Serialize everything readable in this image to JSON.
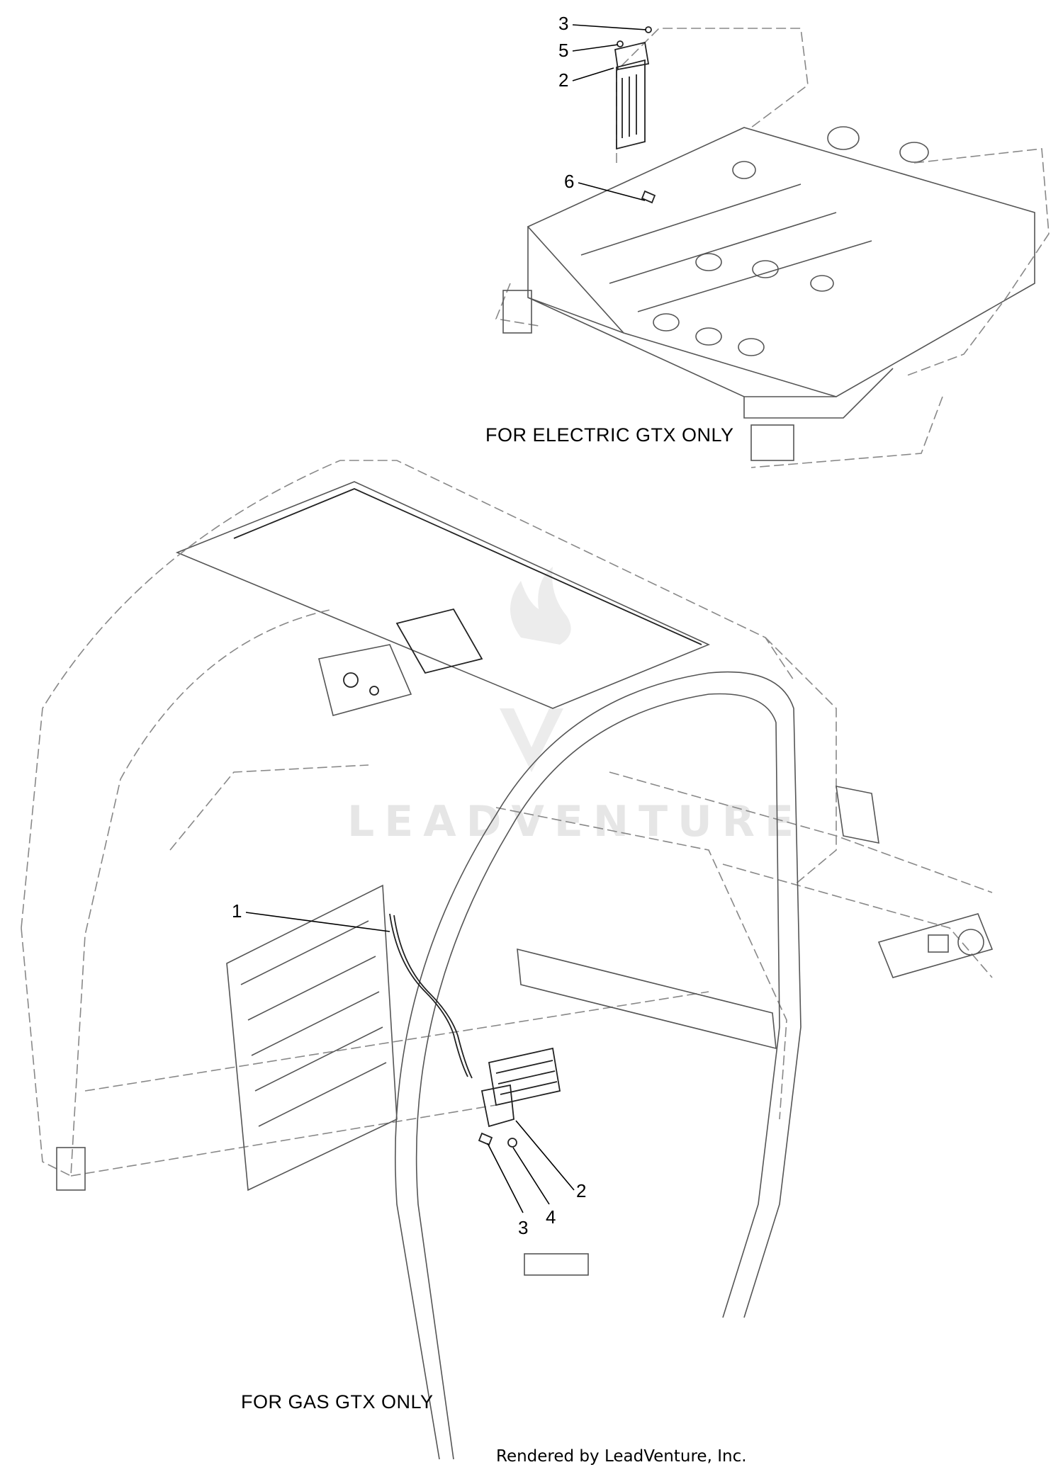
{
  "sections": {
    "electric": {
      "caption": "FOR ELECTRIC GTX ONLY"
    },
    "gas": {
      "caption": "FOR GAS GTX ONLY"
    }
  },
  "callouts": {
    "electric": [
      "3",
      "5",
      "2",
      "6"
    ],
    "gas": [
      "1",
      "2",
      "4",
      "3"
    ]
  },
  "watermark": {
    "text": "LEADVENTURE"
  },
  "footer": {
    "credit": "Rendered by LeadVenture, Inc."
  }
}
